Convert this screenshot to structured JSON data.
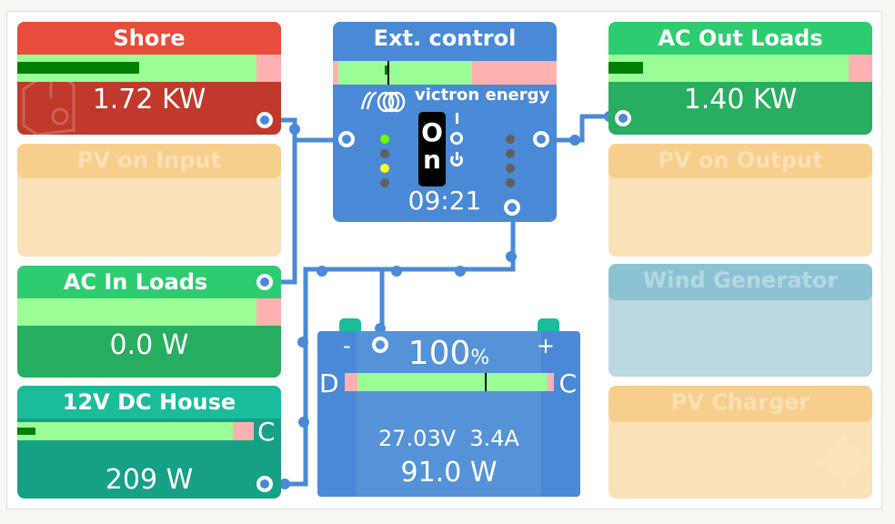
{
  "tiles": {
    "shore": {
      "title": "Shore",
      "value": "1.72 KW",
      "bar_fill_fraction": 0.46,
      "bar_limit_fraction": 0.91,
      "color_top": "#e74c3c",
      "color_body": "#c0392b"
    },
    "pv_on_input": {
      "title": "PV on Input",
      "enabled": false
    },
    "ac_in_loads": {
      "title": "AC In Loads",
      "value": "0.0 W",
      "bar_fill_fraction": 0.0,
      "color_top": "#2ecc71",
      "color_body": "#27ae60"
    },
    "dc_house": {
      "title": "12V DC House",
      "value": "209 W",
      "bar_fill_fraction": 0.05,
      "bar_end_label": "C",
      "color_top": "#1abc9c",
      "color_body": "#16a085"
    },
    "ext_control": {
      "title": "Ext. control",
      "brand": "victron energy",
      "switch_label": "On",
      "switch_symbols": [
        "I",
        "O",
        "standby"
      ],
      "time": "09:21",
      "leds_left": [
        "#66ff00",
        "#606060",
        "#ffff22",
        "#606060"
      ],
      "leds_right": [
        "#606060",
        "#606060",
        "#606060",
        "#606060"
      ],
      "bar_marker_fraction": 0.34
    },
    "ac_out_loads": {
      "title": "AC Out Loads",
      "value": "1.40 KW",
      "bar_fill_fraction": 0.12,
      "color_top": "#2ecc71",
      "color_body": "#27ae60"
    },
    "pv_on_output": {
      "title": "PV on Output",
      "enabled": false
    },
    "wind_generator": {
      "title": "Wind Generator",
      "enabled": false
    },
    "pv_charger": {
      "title": "PV Charger",
      "enabled": false
    },
    "battery": {
      "soc": "100",
      "soc_unit": "%",
      "minus_label": "-",
      "plus_label": "+",
      "discharge_label": "D",
      "charge_label": "C",
      "voltage": "27.03V",
      "current": "3.4A",
      "power": "91.0 W",
      "bar_marker_fraction": 0.68
    }
  }
}
